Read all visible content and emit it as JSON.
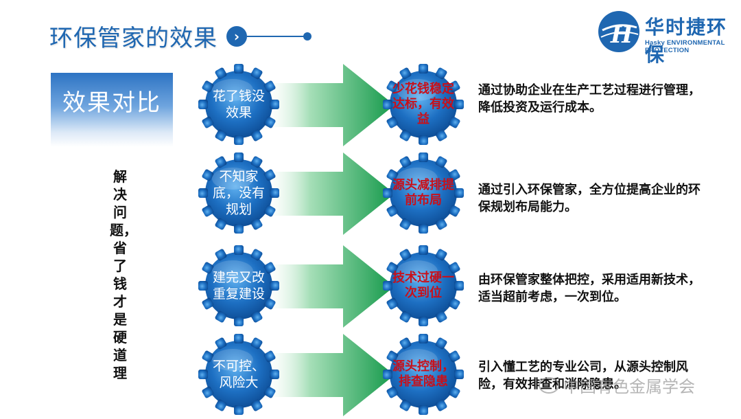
{
  "title": "环保管家的效果",
  "brand": {
    "name_cn": "华时捷环保",
    "name_en": "Hasky ENVIRONMENTAL PROTECTION",
    "mark": "H"
  },
  "compare_label": "效果对比",
  "side_note": "解决问题，省了钱才是硬道理",
  "rows": [
    {
      "problem": "花了钱没效果",
      "result": "少花钱稳定达标，有效益",
      "desc": "通过协助企业在生产工艺过程进行管理，降低投资及运行成本。"
    },
    {
      "problem": "不知家底，没有规划",
      "result": "源头减排提前布局",
      "desc": "通过引入环保管家，全方位提高企业的环保规划布局能力。"
    },
    {
      "problem": "建完又改重复建设",
      "result": "技术过硬一次到位",
      "desc": "由环保管家整体把控，采用适用新技术，适当超前考虑，一次到位。"
    },
    {
      "problem": "不可控、风险大",
      "result": "源头控制，排查隐患",
      "desc": "引入懂工艺的专业公司，从源头控制风险，有效排查和消除隐患。"
    }
  ],
  "watermark": "中国有色金属学会",
  "colors": {
    "primary_blue": "#1f67b1",
    "arrow_green": "#1aa04f",
    "result_red": "#c8101a"
  }
}
